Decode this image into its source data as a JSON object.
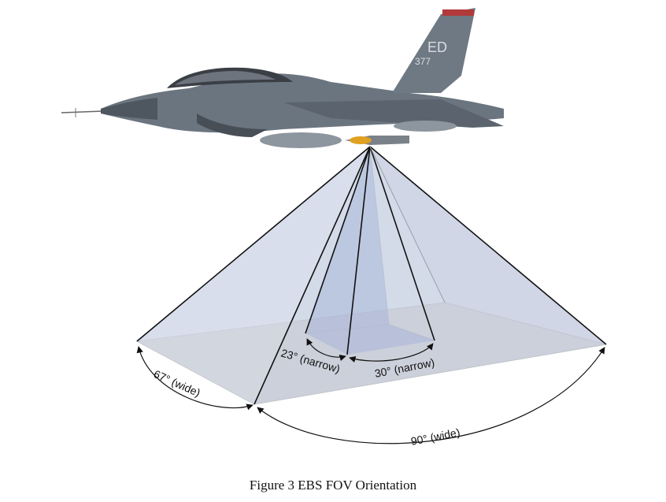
{
  "figure": {
    "caption": "Figure 3  EBS FOV Orientation",
    "aircraft": {
      "tail_code": "ED",
      "tail_number": "377"
    },
    "labels": {
      "wide_67": "67° (wide)",
      "wide_90": "90° (wide)",
      "narrow_23": "23° (narrow)",
      "narrow_30": "30° (narrow)"
    }
  }
}
